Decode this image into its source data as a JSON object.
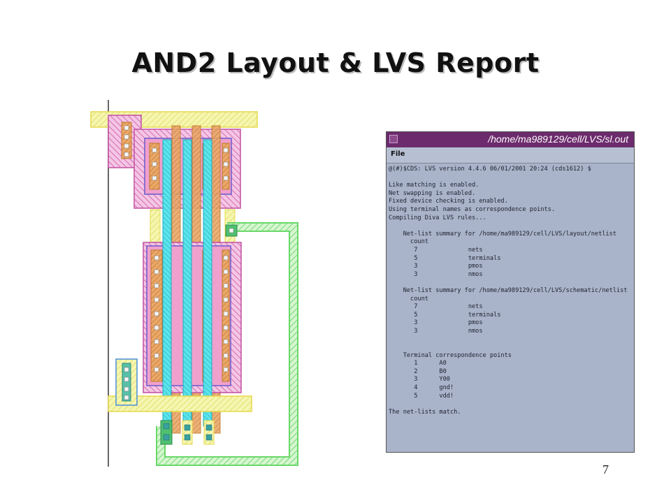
{
  "slide": {
    "title": "AND2 Layout & LVS Report",
    "page_number": "7"
  },
  "lvs_window": {
    "title": "/home/ma989129/cell/LVS/sl.out",
    "menu": [
      "File"
    ],
    "report_lines": [
      "@(#)$CDS: LVS version 4.4.6 06/01/2001 20:24 (cds1612) $",
      "",
      "Like matching is enabled.",
      "Net swapping is enabled.",
      "Fixed device checking is enabled.",
      "Using terminal names as correspondence points.",
      "Compiling Diva LVS rules...",
      "",
      "    Net-list summary for /home/ma989129/cell/LVS/layout/netlist",
      "      count",
      "       7              nets",
      "       5              terminals",
      "       3              pmos",
      "       3              nmos",
      "",
      "    Net-list summary for /home/ma989129/cell/LVS/schematic/netlist",
      "      count",
      "       7              nets",
      "       5              terminals",
      "       3              pmos",
      "       3              nmos",
      "",
      "",
      "    Terminal correspondence points",
      "       1      A0",
      "       2      B0",
      "       3      Y00",
      "       4      gnd!",
      "       5      vdd!",
      "",
      "The net-lists match."
    ]
  },
  "layout_colors": {
    "metal1": "#f2f28a",
    "poly": "#e8a15a",
    "metal2": "#3fe0e8",
    "nwell": "#d860b8",
    "ndiff": "#e65a9a",
    "pdiff": "#f2a0c0",
    "contact": "#3aa0a0",
    "route": "#58d858"
  }
}
